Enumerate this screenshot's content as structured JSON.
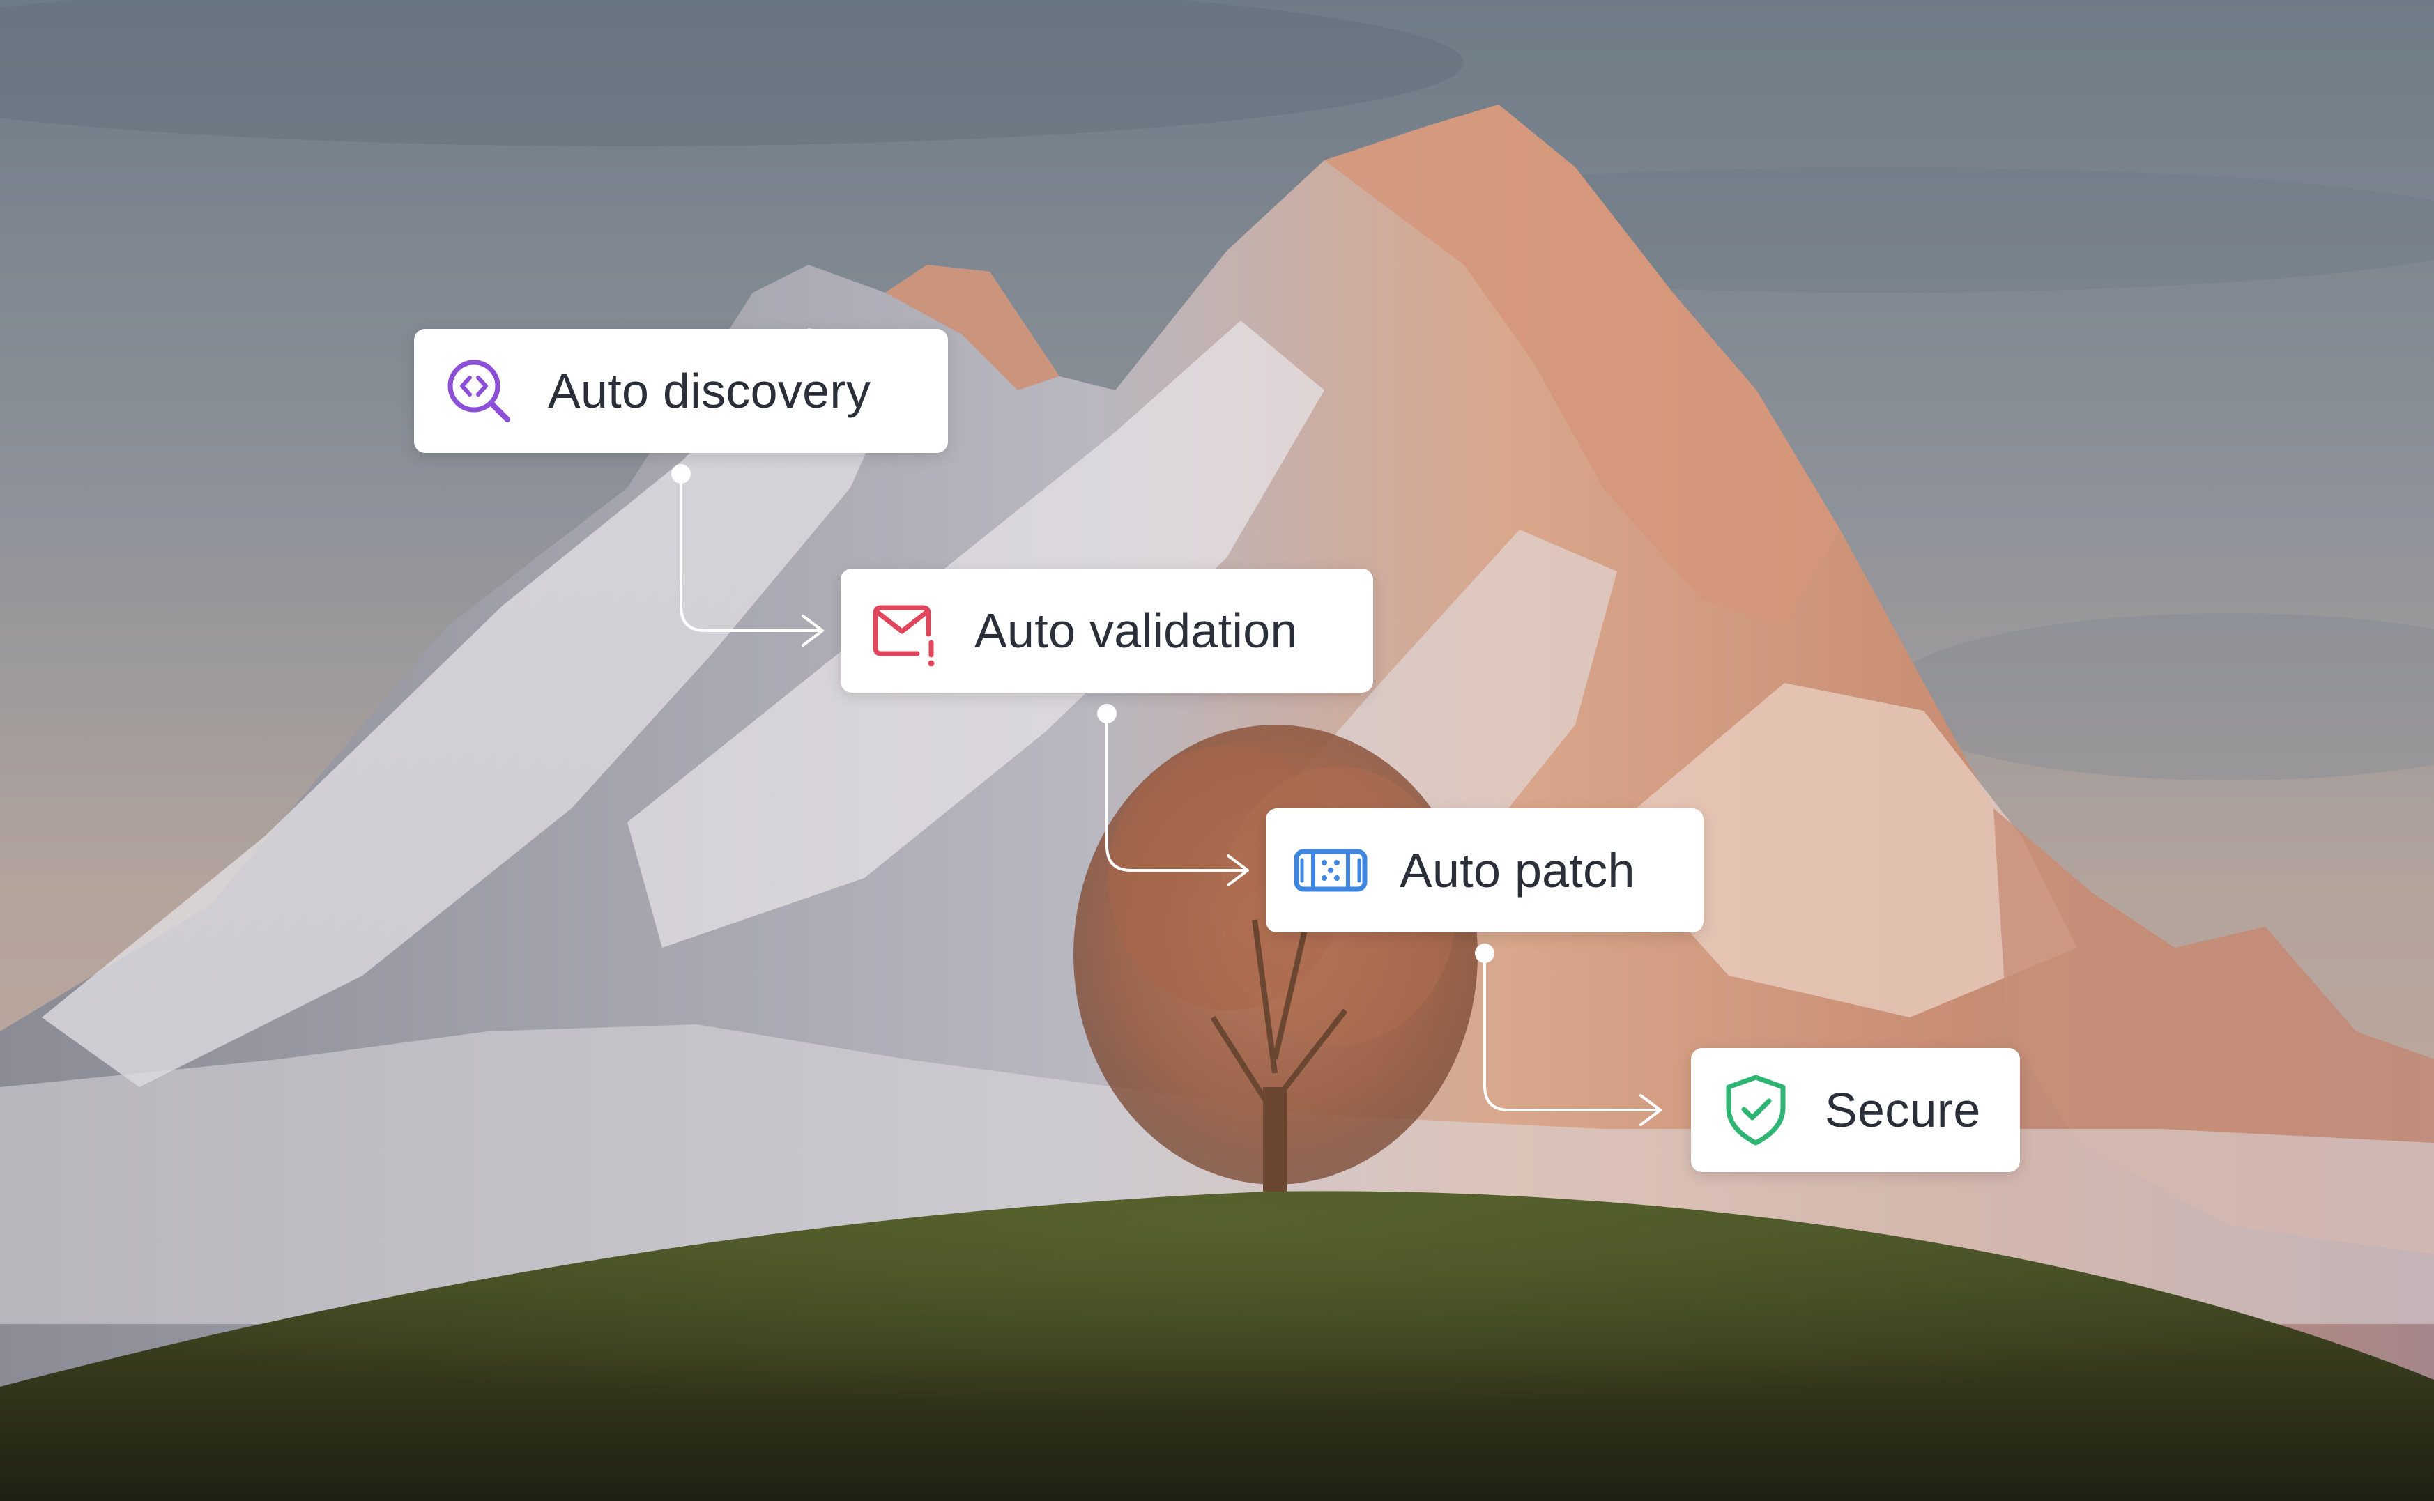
{
  "scene": {
    "background": "mountain-at-sunset-with-lone-tree-on-hill",
    "colors": {
      "sky_top": "#6d7a86",
      "sky_mid": "#a49d98",
      "sky_horizon": "#c9aea0",
      "mountain_shadow": "#8c8d96",
      "mountain_snow": "#e6e3e6",
      "mountain_sunlit": "#d79878",
      "hill_dark": "#2b2c18",
      "hill_light": "#4f5b2c",
      "tree": "#a8664a"
    }
  },
  "flow": {
    "steps": [
      {
        "id": "discovery",
        "label": "Auto discovery",
        "icon": "code-search-icon",
        "icon_color": "#8b4fd8"
      },
      {
        "id": "validation",
        "label": "Auto validation",
        "icon": "mail-alert-icon",
        "icon_color": "#e0455c"
      },
      {
        "id": "patch",
        "label": "Auto patch",
        "icon": "patch-bandage-icon",
        "icon_color": "#3f86e0"
      },
      {
        "id": "secure",
        "label": "Secure",
        "icon": "shield-check-icon",
        "icon_color": "#2fb573"
      }
    ],
    "connector_color": "#ffffff"
  }
}
